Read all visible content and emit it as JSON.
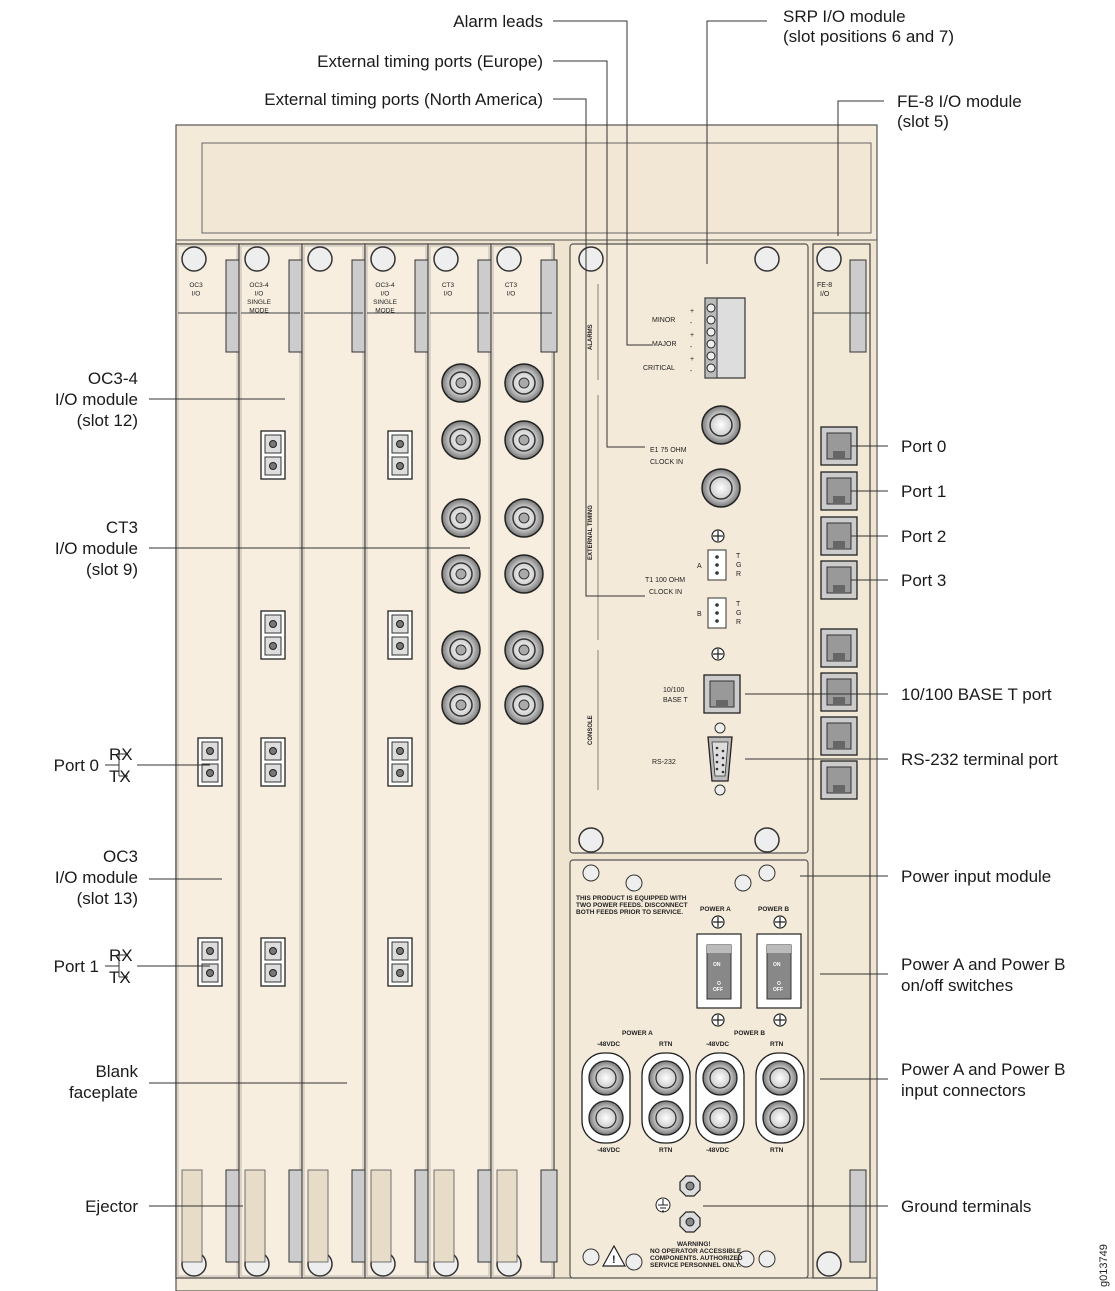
{
  "callouts": {
    "alarm_leads": "Alarm leads",
    "ext_timing_europe": "External timing ports (Europe)",
    "ext_timing_na": "External timing ports (North America)",
    "srp_line1": "SRP I/O module",
    "srp_line2": "(slot positions 6 and 7)",
    "fe8_line1": "FE-8 I/O module",
    "fe8_line2": "(slot 5)",
    "oc34_line1": "OC3-4",
    "oc34_line2": "I/O module",
    "oc34_line3": "(slot 12)",
    "ct3_line1": "CT3",
    "ct3_line2": "I/O module",
    "ct3_line3": "(slot 9)",
    "port0": "Port 0",
    "port1": "Port 1",
    "rx": "RX",
    "tx": "TX",
    "oc3_line1": "OC3",
    "oc3_line2": "I/O module",
    "oc3_line3": "(slot 13)",
    "blank_line1": "Blank",
    "blank_line2": "faceplate",
    "ejector": "Ejector",
    "fe_port0": "Port 0",
    "fe_port1": "Port 1",
    "fe_port2": "Port 2",
    "fe_port3": "Port 3",
    "base_t_port": "10/100 BASE T port",
    "rs232_port": "RS-232 terminal port",
    "power_input_module": "Power input module",
    "power_switches_line1": "Power A and Power B",
    "power_switches_line2": "on/off switches",
    "power_connectors_line1": "Power A and Power B",
    "power_connectors_line2": "input connectors",
    "ground_terminals": "Ground terminals",
    "figure_id": "g013749"
  },
  "card_labels": {
    "oc3": [
      "OC3",
      "I/O"
    ],
    "oc34_a": [
      "OC3-4",
      "I/O",
      "SINGLE",
      "MODE"
    ],
    "oc34_b": [
      "OC3-4",
      "I/O",
      "SINGLE",
      "MODE"
    ],
    "ct3_a": [
      "CT3",
      "I/O"
    ],
    "ct3_b": [
      "CT3",
      "I/O"
    ],
    "fe8": [
      "FE-8",
      "I/O"
    ]
  },
  "srp_panel": {
    "alarms_title": "ALARMS",
    "minor": "MINOR",
    "major": "MAJOR",
    "critical": "CRITICAL",
    "plus": "+",
    "minus": "-",
    "ext_timing_title": "EXTERNAL TIMING",
    "e1_line1": "E1 75 OHM",
    "e1_line2": "CLOCK IN",
    "t1_line1": "T1 100 OHM",
    "t1_line2": "CLOCK IN",
    "a": "A",
    "b": "B",
    "t": "T",
    "g": "G",
    "r": "R",
    "console_title": "CONSOLE",
    "base_t_line1": "10/100",
    "base_t_line2": "BASE T",
    "rs232": "RS-232"
  },
  "power_panel": {
    "warning_line1": "THIS PRODUCT IS EQUIPPED WITH",
    "warning_line2": "TWO POWER FEEDS.  DISCONNECT",
    "warning_line3": "BOTH FEEDS PRIOR TO SERVICE.",
    "power_a": "POWER A",
    "power_b": "POWER B",
    "on": "ON",
    "off_line1": "O",
    "off_line2": "OFF",
    "neg48": "-48VDC",
    "rtn": "RTN",
    "warn_title": "WARNING!",
    "warn_line1": "NO OPERATOR ACCESSIBLE",
    "warn_line2": "COMPONENTS. AUTHORIZED",
    "warn_line3": "SERVICE PERSONNEL ONLY."
  }
}
